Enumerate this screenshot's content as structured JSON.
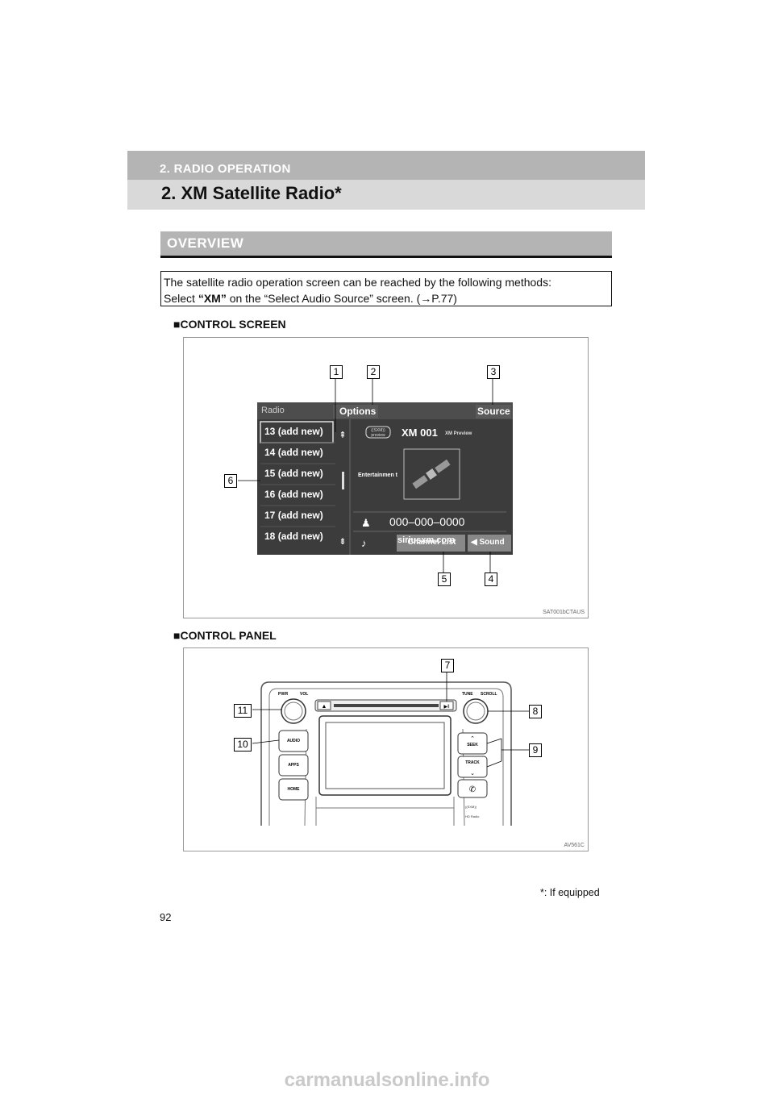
{
  "header": {
    "section": "2. RADIO OPERATION",
    "title": "2. XM Satellite Radio*"
  },
  "overview": {
    "label": "OVERVIEW",
    "line1": "The satellite radio operation screen can be reached by the following methods:",
    "line2_pre": "Select ",
    "line2_bold": "“XM”",
    "line2_mid": " on the “Select Audio Source” screen. (",
    "line2_arrow": "→",
    "line2_ref": "P.77)"
  },
  "control_screen": {
    "heading": "■CONTROL SCREEN",
    "figure_code": "SAT001bCTAUS",
    "callouts": [
      "1",
      "2",
      "3",
      "4",
      "5",
      "6"
    ],
    "screen": {
      "title": "Radio",
      "options": "Options",
      "source": "Source",
      "presets": [
        {
          "num": "13",
          "label": "(add new)"
        },
        {
          "num": "14",
          "label": "(add new)"
        },
        {
          "num": "15",
          "label": "(add new)"
        },
        {
          "num": "16",
          "label": "(add new)"
        },
        {
          "num": "17",
          "label": "(add new)"
        },
        {
          "num": "18",
          "label": "(add new)"
        }
      ],
      "channel": "XM 001",
      "channel_sub": "XM Preview",
      "category": "Entertainmen t",
      "phone": "000–000–0000",
      "site": "siriusxm.com",
      "channel_list": "Channel List",
      "sound": "Sound",
      "logo_text": "((SXM)) preview"
    }
  },
  "control_panel": {
    "heading": "■CONTROL PANEL",
    "figure_code": "AV561C",
    "callouts": [
      "7",
      "8",
      "9",
      "10",
      "11"
    ],
    "labels": {
      "pwr": "PWR",
      "vol": "VOL",
      "tune": "TUNE",
      "scroll": "SCROLL",
      "audio": "AUDIO",
      "apps": "APPS",
      "home": "HOME",
      "seek": "SEEK",
      "track": "TRACK",
      "badge1": "((SXM))",
      "badge2": "HD Radio"
    }
  },
  "footnote": "*: If equipped",
  "page_number": "92",
  "watermark": "carmanualsonline.info"
}
